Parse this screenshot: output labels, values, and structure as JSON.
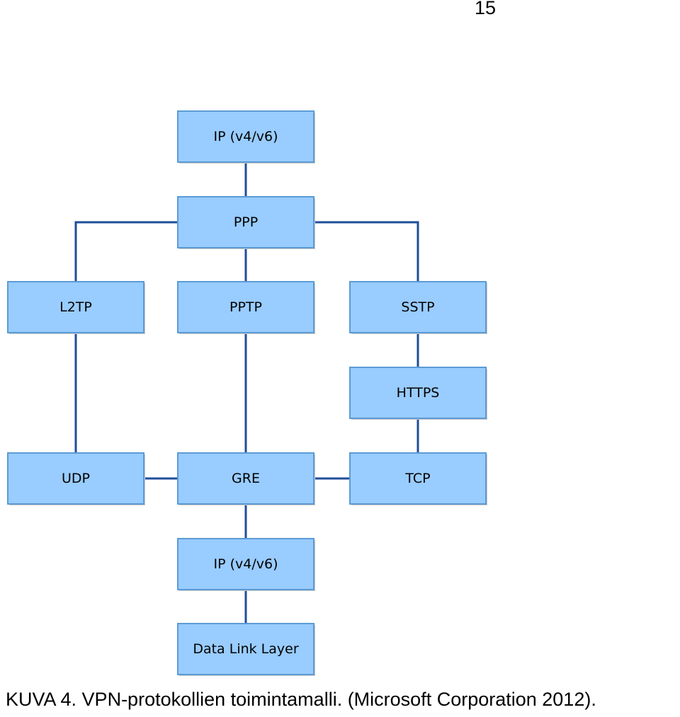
{
  "page_number": "15",
  "caption": "KUVA 4. VPN-protokollien toimintamalli. (Microsoft Corporation 2012).",
  "colors": {
    "box_fill": "#99ccff",
    "box_border": "#5b9bd5",
    "connector": "#1f4e9a"
  },
  "diagram": {
    "nodes": [
      {
        "id": "ip-top",
        "label": "IP (v4/v6)"
      },
      {
        "id": "ppp",
        "label": "PPP"
      },
      {
        "id": "l2tp",
        "label": "L2TP"
      },
      {
        "id": "pptp",
        "label": "PPTP"
      },
      {
        "id": "sstp",
        "label": "SSTP"
      },
      {
        "id": "https",
        "label": "HTTPS"
      },
      {
        "id": "udp",
        "label": "UDP"
      },
      {
        "id": "gre",
        "label": "GRE"
      },
      {
        "id": "tcp",
        "label": "TCP"
      },
      {
        "id": "ip-bottom",
        "label": "IP (v4/v6)"
      },
      {
        "id": "data-link",
        "label": "Data Link Layer"
      }
    ],
    "edges": [
      [
        "ip-top",
        "ppp"
      ],
      [
        "ppp",
        "l2tp"
      ],
      [
        "ppp",
        "pptp"
      ],
      [
        "ppp",
        "sstp"
      ],
      [
        "l2tp",
        "udp"
      ],
      [
        "pptp",
        "gre"
      ],
      [
        "sstp",
        "https"
      ],
      [
        "https",
        "tcp"
      ],
      [
        "udp",
        "ip-bottom"
      ],
      [
        "gre",
        "ip-bottom"
      ],
      [
        "tcp",
        "ip-bottom"
      ],
      [
        "ip-bottom",
        "data-link"
      ]
    ]
  }
}
